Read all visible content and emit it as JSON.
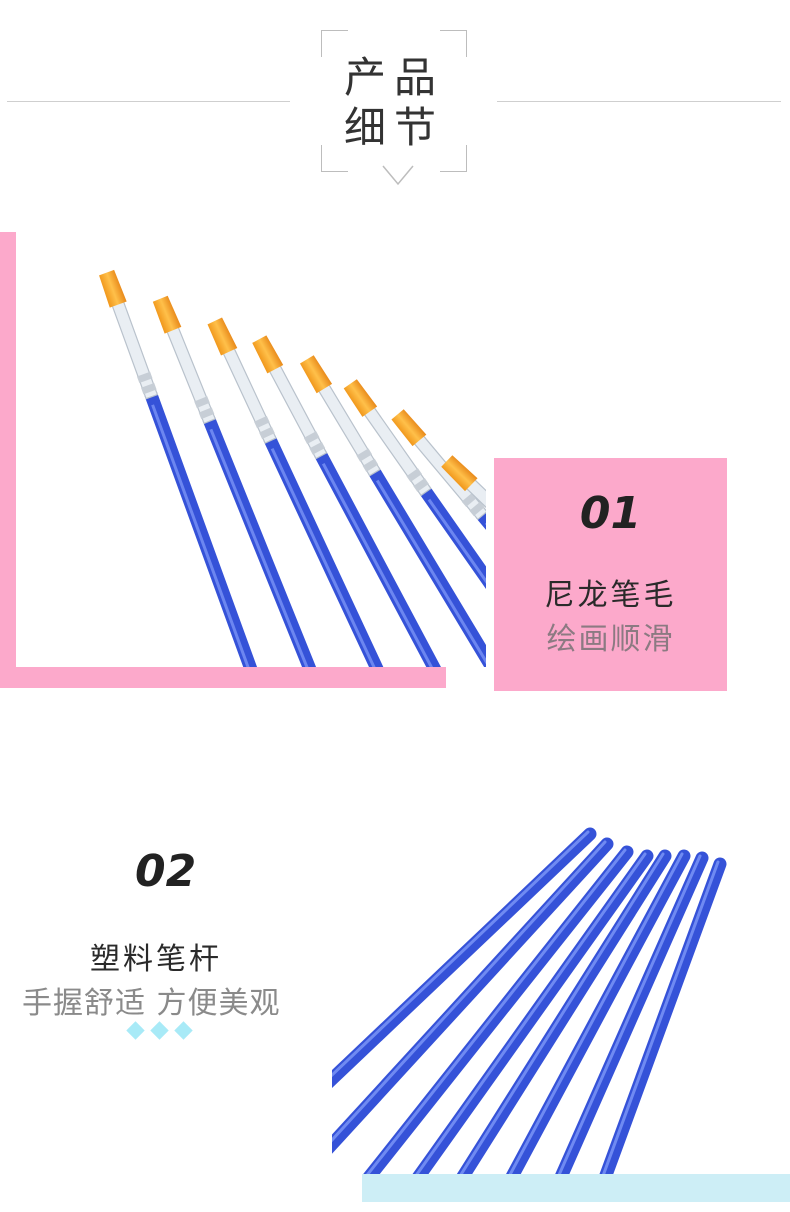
{
  "header": {
    "title_line1": "产品",
    "title_line2": "细节"
  },
  "feature1": {
    "number": "01",
    "title": "尼龙笔毛",
    "subtitle": "绘画顺滑"
  },
  "feature2": {
    "number": "02",
    "title": "塑料笔杆",
    "subtitle": "手握舒适 方便美观"
  },
  "colors": {
    "accent_pink": "#fca9cb",
    "accent_cyan": "#cdeef6",
    "diamond_cyan": "#a8eaf7",
    "handle_blue": "#3f5fe0",
    "bristle_orange": "#f5a623"
  }
}
